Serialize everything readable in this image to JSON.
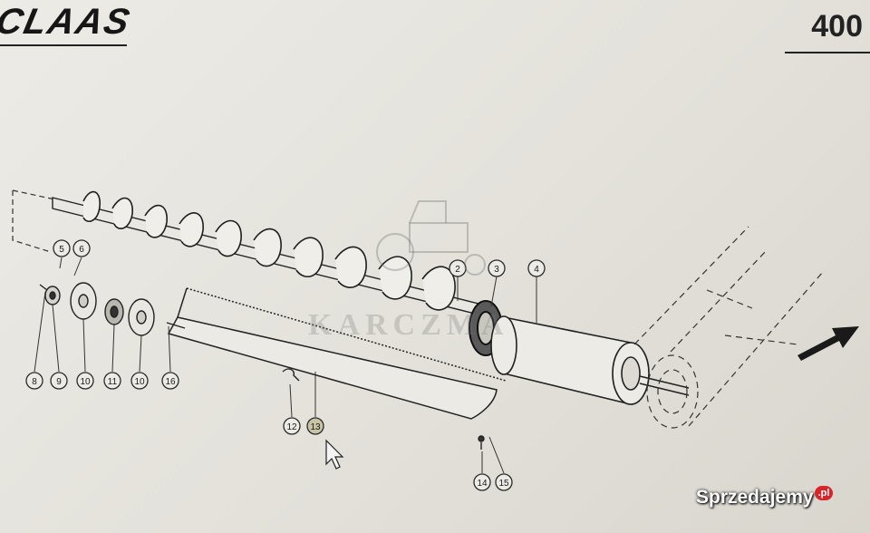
{
  "header": {
    "brand": "CLAAS",
    "page_number": "400"
  },
  "diagram": {
    "callouts": [
      {
        "label": "2"
      },
      {
        "label": "3"
      },
      {
        "label": "4"
      },
      {
        "label": "5"
      },
      {
        "label": "6"
      },
      {
        "label": "8"
      },
      {
        "label": "9"
      },
      {
        "label": "10"
      },
      {
        "label": "11"
      },
      {
        "label": "10"
      },
      {
        "label": "16"
      },
      {
        "label": "12"
      },
      {
        "label": "13"
      },
      {
        "label": "14"
      },
      {
        "label": "15"
      }
    ],
    "highlighted_callout": "13"
  },
  "watermark": {
    "text": "KARCZMA"
  },
  "footer": {
    "site_name": "Sprzedajemy",
    "site_tld": ".pl"
  }
}
